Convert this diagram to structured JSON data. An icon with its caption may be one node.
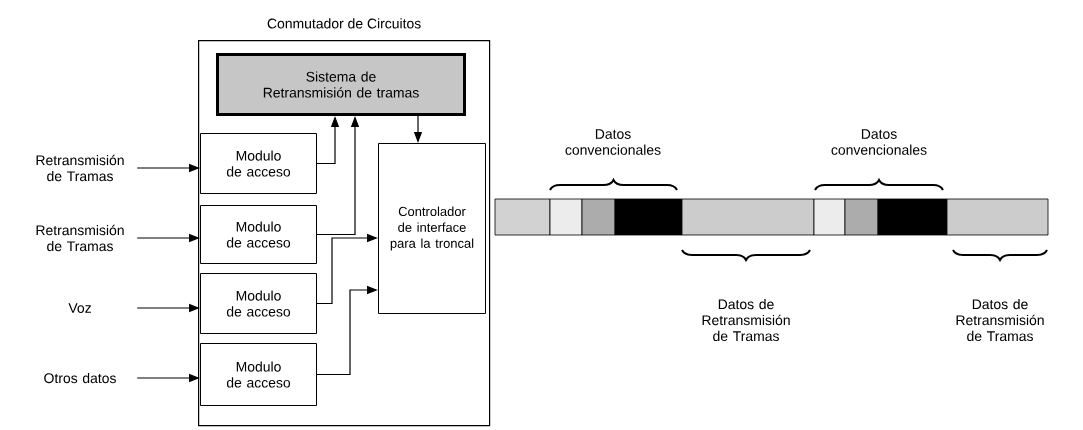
{
  "diagram": {
    "nodes": [
      {
        "text": [
          "Conmutador de Circuitos"
        ]
      },
      {
        "text": [
          "Sistema de Retransmisión de tramas"
        ],
        "in": 0
      },
      {
        "text": [
          "Modulo de acceso"
        ],
        "in": 0
      },
      {
        "text": [
          "Modulo de acceso"
        ],
        "in": 0
      },
      {
        "text": [
          "Modulo de acceso"
        ],
        "in": 0
      },
      {
        "text": [
          "Modulo de acceso"
        ],
        "in": 0
      },
      {
        "text": [
          "Controlador de interface para la troncal"
        ],
        "in": 0
      },
      {
        "text": [
          "Retransmisión de Tramas"
        ]
      },
      {
        "text": [
          "Retransmisión de Tramas"
        ]
      },
      {
        "text": [
          "Voz"
        ]
      },
      {
        "text": [
          "Otros datos"
        ]
      }
    ],
    "edges": [
      {
        "from": 7,
        "to": 2,
        "arrow": "to"
      },
      {
        "from": 8,
        "to": 3,
        "arrow": "to"
      },
      {
        "from": 9,
        "to": 4,
        "arrow": "to"
      },
      {
        "from": 10,
        "to": 5,
        "arrow": "to"
      },
      {
        "from": 2,
        "to": 1,
        "arrow": "to"
      },
      {
        "from": 3,
        "to": 1,
        "arrow": "to"
      },
      {
        "from": 1,
        "to": 6,
        "arrow": "to"
      },
      {
        "from": 4,
        "to": 6,
        "arrow": "to"
      },
      {
        "from": 5,
        "to": 6,
        "arrow": "to"
      }
    ],
    "labels": [
      "Datos convencionales",
      "Datos convencionales",
      "Datos de Retransmisión de Tramas",
      "Datos de Retransmisión de Tramas"
    ]
  }
}
